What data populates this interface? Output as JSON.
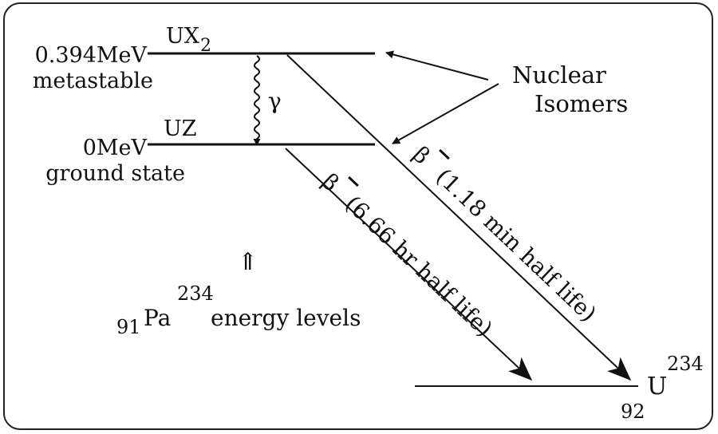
{
  "levels": {
    "upper": {
      "energy": "0.394MeV",
      "state": "metastable",
      "name": "UX",
      "name_subscript": "2"
    },
    "lower": {
      "energy": "0MeV",
      "state": "ground state",
      "name": "UZ"
    }
  },
  "gamma": {
    "symbol": "γ"
  },
  "isomers": {
    "line1": "Nuclear",
    "line2": "Isomers"
  },
  "decay_upper": {
    "beta": "β",
    "text": "(1.18 min half life)"
  },
  "decay_lower": {
    "beta": "β",
    "text": "(6.66 hr half life)"
  },
  "daughter": {
    "symbol": "U",
    "mass": "234",
    "atomic": "92"
  },
  "parent": {
    "arrow": "⇑",
    "atomic": "91",
    "symbol": "Pa",
    "mass": "234",
    "text": "energy levels"
  },
  "colors": {
    "ink": "#111111",
    "frame": "#222222",
    "background": "#ffffff"
  }
}
